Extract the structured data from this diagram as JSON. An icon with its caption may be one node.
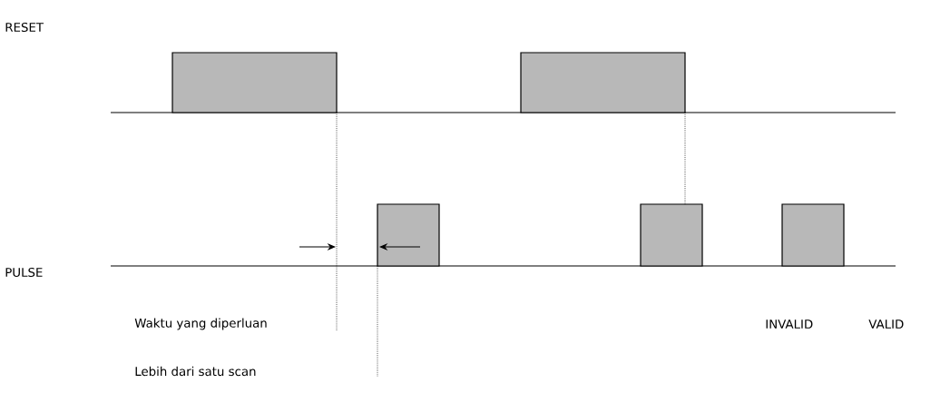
{
  "diagram": {
    "labels": [
      "RESET",
      "PULSE",
      "Waktu yang diperluan",
      "Lebih dari satu scan",
      "INVALID",
      "VALID"
    ]
  }
}
